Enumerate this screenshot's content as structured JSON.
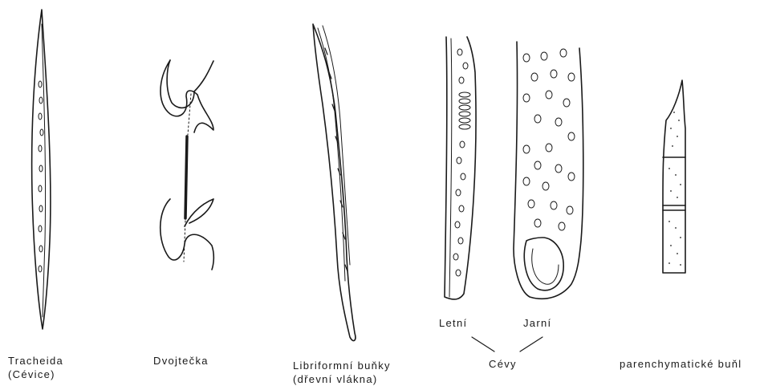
{
  "labels": {
    "tracheid": [
      "Tracheida",
      "(Cévice)"
    ],
    "pit": "Dvojtečka",
    "libriform": [
      "Libriformní buňky",
      "(dřevní vlákna)"
    ],
    "vessels": "Cévy",
    "summer": "Letní",
    "spring": "Jarní",
    "parenchyma": "parenchymatické buňl"
  }
}
